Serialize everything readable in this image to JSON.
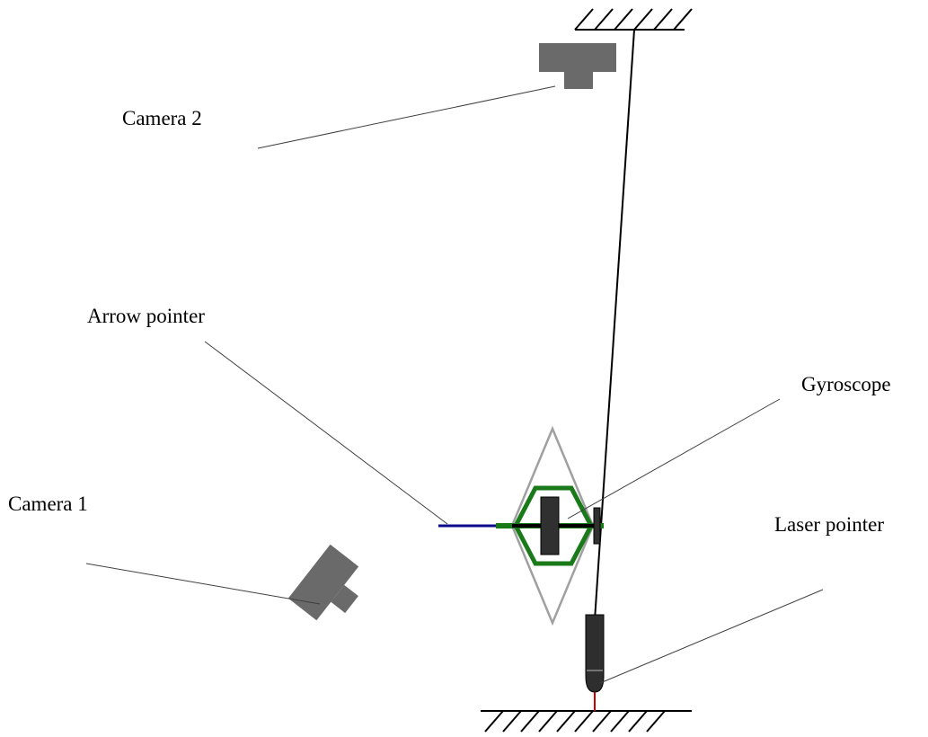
{
  "labels": {
    "camera2": "Camera 2",
    "arrow_pointer": "Arrow pointer",
    "gyroscope": "Gyroscope",
    "camera1": "Camera 1",
    "laser_pointer": "Laser pointer"
  },
  "colors": {
    "background": "#ffffff",
    "ink": "#000000",
    "leader_line": "#404040",
    "camera": "#6a6a6a",
    "frame_outline": "#a0a0a0",
    "gimbal": "#1a7a1a",
    "rotor": "#303030",
    "arrow_pointer": "#0a0a8a",
    "laser_body": "#2e2e2e",
    "laser_beam": "#cc0000"
  }
}
